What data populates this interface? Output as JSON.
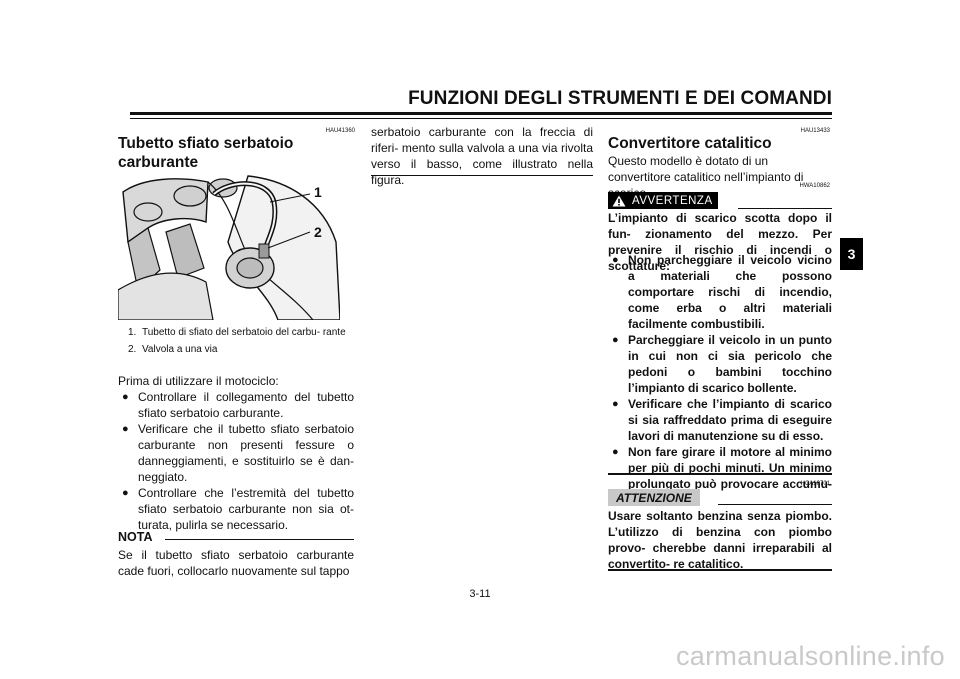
{
  "header": {
    "title": "FUNZIONI DEGLI STRUMENTI E DEI COMANDI",
    "tab": "3"
  },
  "col1": {
    "code": "HAU41360",
    "heading": "Tubetto sfiato serbatoio carburante",
    "figure_labels": [
      "1",
      "2"
    ],
    "captions": [
      {
        "num": "1.",
        "text": "Tubetto di sfiato del serbatoio del carbu- rante"
      },
      {
        "num": "2.",
        "text": "Valvola a una via"
      }
    ],
    "intro": "Prima di utilizzare il motociclo:",
    "bullets": [
      "Controllare il collegamento del tubetto sfiato serbatoio carburante.",
      "Verificare che il tubetto sfiato serbatoio carburante non presenti fessure o danneggiamenti, e sostituirlo se è dan- neggiato.",
      "Controllare che l’estremità del tubetto sfiato serbatoio carburante non sia ot- turata, pulirla se necessario."
    ],
    "nota_label": "NOTA",
    "nota_text": "Se il tubetto sfiato serbatoio carburante cade fuori, collocarlo nuovamente sul tappo"
  },
  "col2": {
    "text": "serbatoio carburante con la freccia di riferi- mento sulla valvola a una via rivolta verso il basso, come illustrato nella figura."
  },
  "col3": {
    "code": "HAU13433",
    "heading": "Convertitore catalitico",
    "intro": "Questo modello è dotato di un convertitore catalitico nell’impianto di scarico.",
    "warning_code": "HWA10862",
    "warning_label": "AVVERTENZA",
    "warning_text": "L’impianto di scarico scotta dopo il fun- zionamento del mezzo. Per prevenire il rischio di incendi o scottature:",
    "warning_bullets": [
      "Non parcheggiare il veicolo vicino a materiali che possono comportare rischi di incendio, come erba o altri materiali facilmente combustibili.",
      "Parcheggiare il veicolo in un punto in cui non ci sia pericolo che pedoni o bambini tocchino l’impianto di scarico bollente.",
      "Verificare che l’impianto di scarico si sia raffreddato prima di eseguire lavori di manutenzione su di esso.",
      "Non fare girare il motore al minimo per più di pochi minuti. Un minimo prolungato può provocare accumu- li di calore."
    ],
    "caution_code": "HCA10701",
    "caution_label": "ATTENZIONE",
    "caution_text": "Usare soltanto benzina senza piombo. L’utilizzo di benzina con piombo provo- cherebbe danni irreparabili al convertito- re catalitico."
  },
  "footer": {
    "page": "3-11",
    "watermark": "carmanualsonline.info"
  }
}
